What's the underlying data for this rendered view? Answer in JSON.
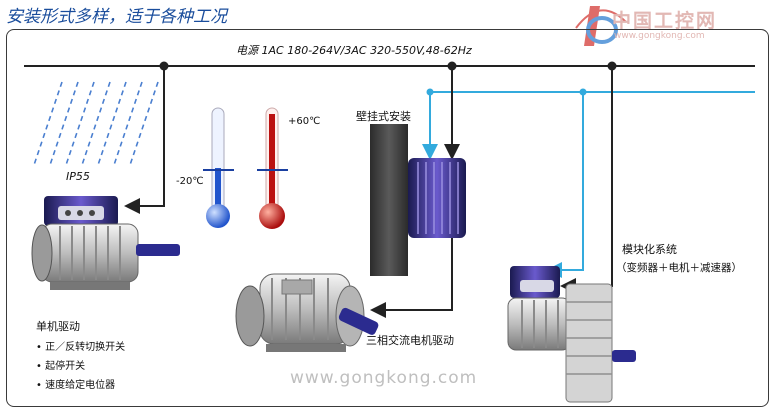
{
  "title": "安装形式多样，适于各种工况",
  "power_label": "电源 1AC 180-264V/3AC 320-550V,48-62Hz",
  "ip_label": "IP55",
  "temp_low": "-20℃",
  "temp_high": "+60℃",
  "wall_label": "壁挂式安装",
  "modular": {
    "title": "模块化系统",
    "subtitle": "（变频器＋电机＋减速器）"
  },
  "three_phase_label": "三相交流电机驱动",
  "single": {
    "title": "单机驱动",
    "items": [
      "正／反转切换开关",
      "起停开关",
      "速度给定电位器"
    ]
  },
  "logo": {
    "text": "中国工控网",
    "url": "www.gongkong.com"
  },
  "watermark": "www.gongkong.com",
  "colors": {
    "title": "#1a4d9c",
    "line": "#222222",
    "signal": "#33aadd",
    "thermo_cold": "#2255cc",
    "thermo_hot": "#bb1111"
  }
}
